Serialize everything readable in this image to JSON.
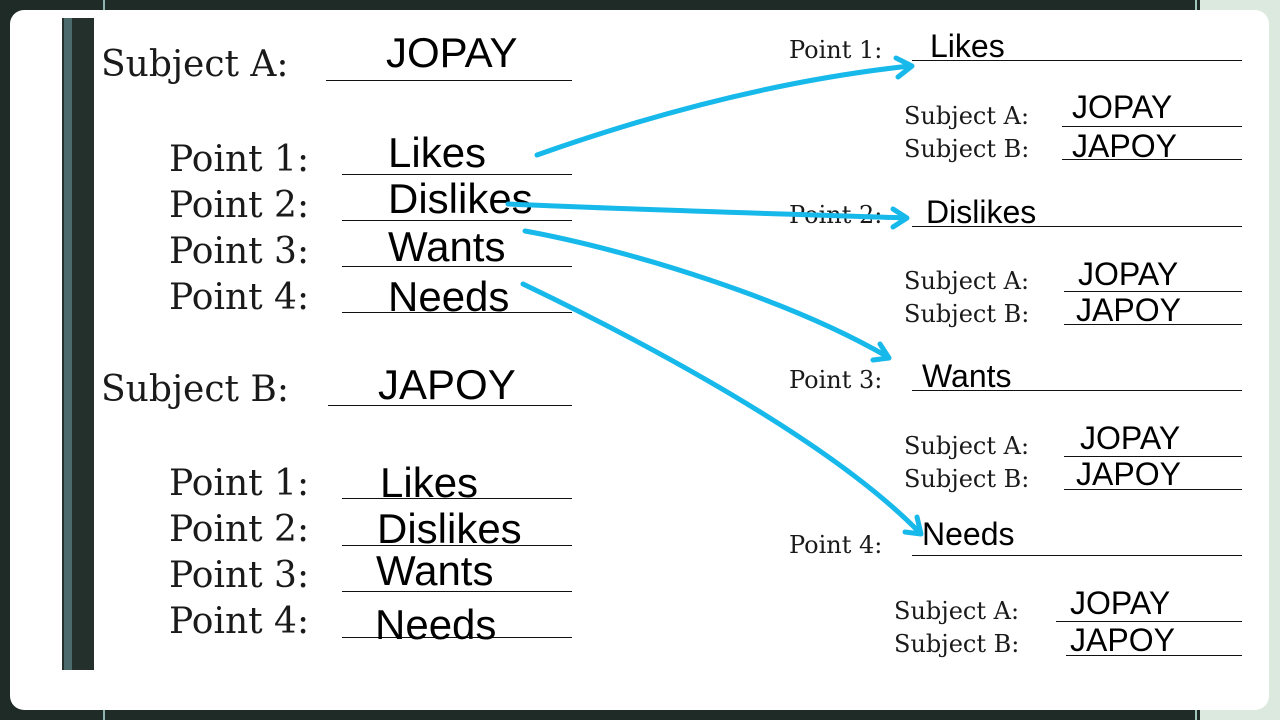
{
  "left": {
    "subject_a": {
      "label": "Subject A:",
      "value": "JOPAY"
    },
    "points_a": [
      {
        "label": "Point 1:",
        "value": "Likes"
      },
      {
        "label": "Point 2:",
        "value": "Dislikes"
      },
      {
        "label": "Point 3:",
        "value": "Wants"
      },
      {
        "label": "Point 4:",
        "value": "Needs"
      }
    ],
    "subject_b": {
      "label": "Subject B:",
      "value": "JAPOY"
    },
    "points_b": [
      {
        "label": "Point 1:",
        "value": "Likes"
      },
      {
        "label": "Point 2:",
        "value": "Dislikes"
      },
      {
        "label": "Point 3:",
        "value": "Wants"
      },
      {
        "label": "Point 4:",
        "value": "Needs"
      }
    ]
  },
  "right": {
    "points": [
      {
        "label": "Point 1:",
        "value": "Likes",
        "subject_a_label": "Subject A:",
        "subject_a": "JOPAY",
        "subject_b_label": "Subject B:",
        "subject_b": "JAPOY"
      },
      {
        "label": "Point 2:",
        "value": "Dislikes",
        "subject_a_label": "Subject A:",
        "subject_a": "JOPAY",
        "subject_b_label": "Subject B:",
        "subject_b": "JAPOY"
      },
      {
        "label": "Point 3:",
        "value": "Wants",
        "subject_a_label": "Subject A:",
        "subject_a": "JOPAY",
        "subject_b_label": "Subject B:",
        "subject_b": "JAPOY"
      },
      {
        "label": "Point 4:",
        "value": "Needs",
        "subject_a_label": "Subject A:",
        "subject_a": "JOPAY",
        "subject_b_label": "Subject B:",
        "subject_b": "JAPOY"
      }
    ]
  },
  "colors": {
    "arrow": "#17b8ea",
    "background": "#1f2b27",
    "card": "#ffffff"
  }
}
